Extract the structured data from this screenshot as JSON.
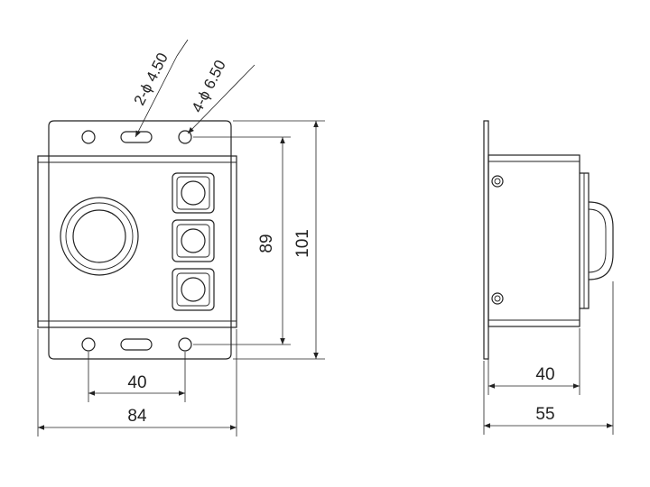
{
  "callouts": {
    "slot_note": "2-ϕ 4.50",
    "hole_note": "4-ϕ 6.50"
  },
  "dimensions": {
    "hole_spacing_v": "89",
    "overall_height": "101",
    "hole_spacing_h": "40",
    "overall_width": "84",
    "side_body_depth": "40",
    "side_overall_depth": "55"
  }
}
